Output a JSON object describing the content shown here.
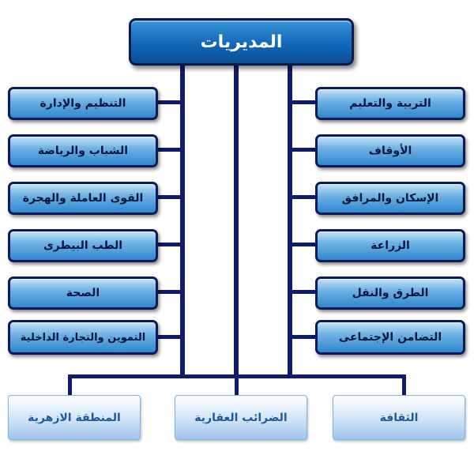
{
  "title": "المديريات",
  "left_nodes": [
    "التنظيم والإدارة",
    "الشباب والرياضة",
    "القوى العاملة والهجرة",
    "الطب البيطرى",
    "الصحة",
    "التموين والتجارة الداخلية"
  ],
  "right_nodes": [
    "التربية والتعليم",
    "الأوقاف",
    "الإسكان والمرافق",
    "الزراعة",
    "الطرق والنقل",
    "التضامن الإجتماعى"
  ],
  "bottom_nodes": [
    "المنطقة الازهرية",
    "الضرائب العقارية",
    "الثقافة"
  ],
  "colors": {
    "connector": "#0f1b6e",
    "box_border": "#0c1a57",
    "title_text": "#ffffff",
    "bottom_text": "#1e5a9c"
  }
}
